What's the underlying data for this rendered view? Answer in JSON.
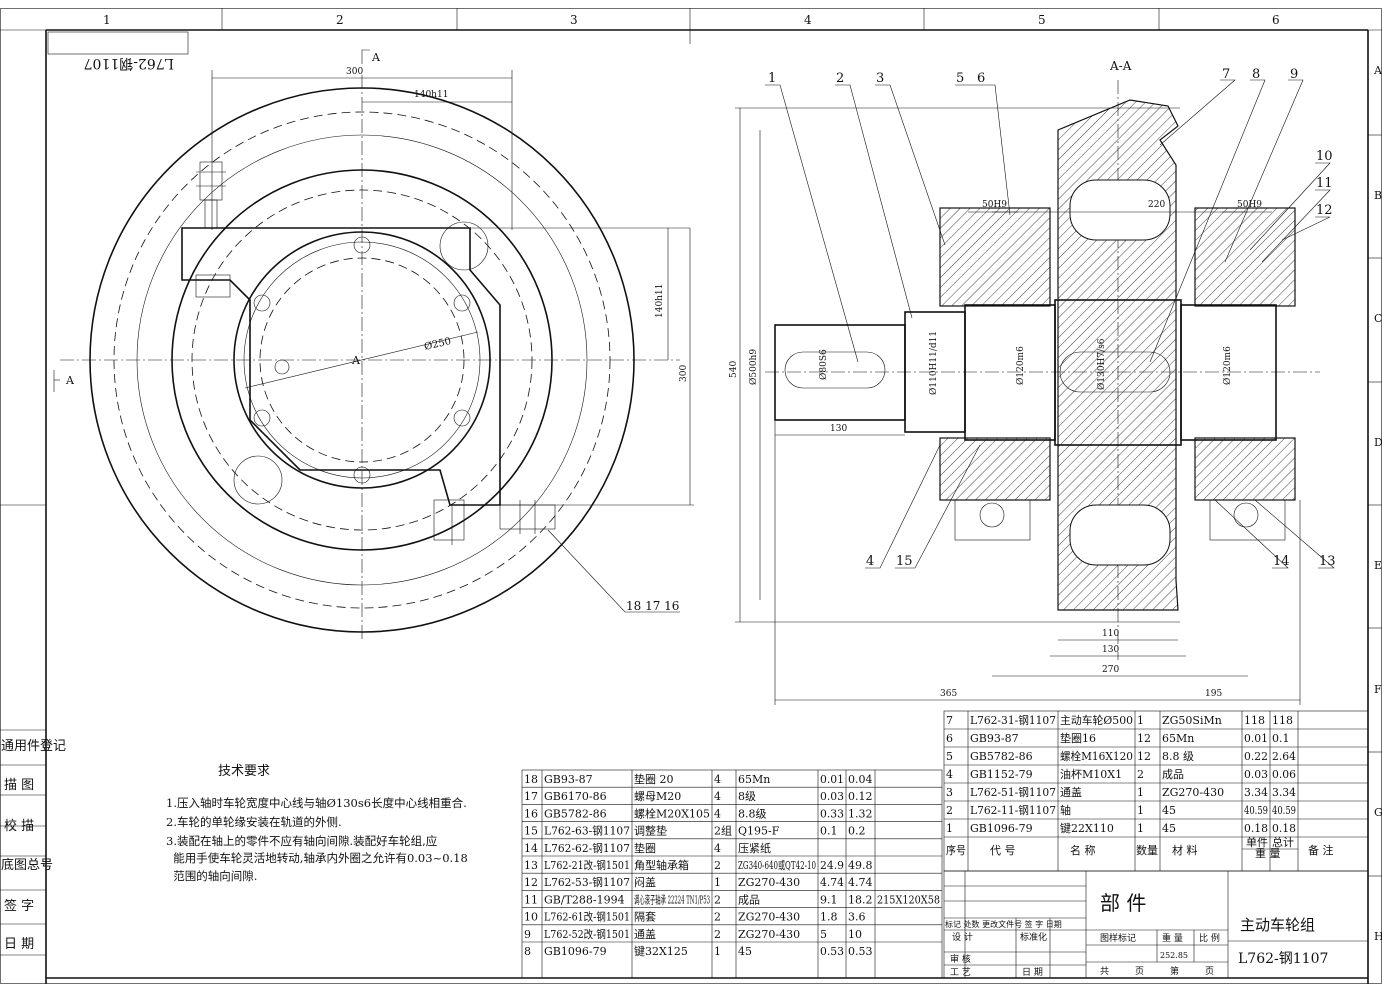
{
  "drawing": {
    "zone_columns": [
      "1",
      "2",
      "3",
      "4",
      "5",
      "6"
    ],
    "zone_rows": [
      "A",
      "B",
      "C",
      "D",
      "E",
      "F",
      "G",
      "H"
    ],
    "drawing_number_stamp": "L762-钢1107",
    "section_mark": "A",
    "section_title": "A-A"
  },
  "left_view": {
    "dims": {
      "d300_top": "300",
      "d140h11_top": "140h11",
      "d140h11_side": "140h11",
      "d300_side": "300",
      "phi250": "Ø250"
    },
    "center_label": "A",
    "callout": "18 17 16"
  },
  "right_view": {
    "balloons": [
      "1",
      "2",
      "3",
      "5",
      "6",
      "7",
      "8",
      "9",
      "10",
      "11",
      "12",
      "4",
      "15",
      "14",
      "13"
    ],
    "dims": {
      "d540": "540",
      "d500h9": "Ø500h9",
      "d80s6": "Ø80S6",
      "d110h11": "Ø110H11/d11",
      "d120m6_l": "Ø120m6",
      "d130h7s6": "Ø130H7/s6",
      "d120m6_r": "Ø120m6",
      "d50h9_l": "50H9",
      "d220": "220",
      "d50h9_r": "50H9",
      "d130": "130",
      "d110": "110",
      "d130b": "130",
      "d270": "270",
      "d365": "365",
      "d195": "195"
    }
  },
  "tech_requirements": {
    "title": "技术要求",
    "lines": [
      "1.压入轴时车轮宽度中心线与轴Ø130s6长度中心线相重合.",
      "2.车轮的单轮缘安装在轨道的外侧.",
      "3.装配在轴上的零件不应有轴向间隙.装配好车轮组,应",
      "  能用手使车轮灵活地转动,轴承内外圈之允许有0.03~0.18",
      "  范围的轴向间隙."
    ]
  },
  "side_stamp": [
    "通用件登记",
    "描 图",
    "校 描",
    "底图总号",
    "签 字",
    "日 期"
  ],
  "parts_left": [
    {
      "no": "18",
      "code": "GB93-87",
      "name": "垫圈 20",
      "qty": "4",
      "mat": "65Mn",
      "unit": "0.01",
      "total": "0.04",
      "note": ""
    },
    {
      "no": "17",
      "code": "GB6170-86",
      "name": "螺母M20",
      "qty": "4",
      "mat": "8级",
      "unit": "0.03",
      "total": "0.12",
      "note": ""
    },
    {
      "no": "16",
      "code": "GB5782-86",
      "name": "螺栓M20X105",
      "qty": "4",
      "mat": "8.8级",
      "unit": "0.33",
      "total": "1.32",
      "note": ""
    },
    {
      "no": "15",
      "code": "L762-63-钢1107",
      "name": "调整垫",
      "qty": "2组",
      "mat": "Q195-F",
      "unit": "0.1",
      "total": "0.2",
      "note": ""
    },
    {
      "no": "14",
      "code": "L762-62-钢1107",
      "name": "垫圈",
      "qty": "4",
      "mat": "压紧纸",
      "unit": "",
      "total": "",
      "note": ""
    },
    {
      "no": "13",
      "code": "L762-21改-钢1501",
      "name": "角型轴承箱",
      "qty": "2",
      "mat": "ZG340-640或QT42-10",
      "unit": "24.9",
      "total": "49.8",
      "note": ""
    },
    {
      "no": "12",
      "code": "L762-53-钢1107",
      "name": "闷盖",
      "qty": "1",
      "mat": "ZG270-430",
      "unit": "4.74",
      "total": "4.74",
      "note": ""
    },
    {
      "no": "11",
      "code": "GB/T288-1994",
      "name": "调心滚子轴承 22224 TN1/P53",
      "qty": "2",
      "mat": "成品",
      "unit": "9.1",
      "total": "18.2",
      "note": "215X120X58"
    },
    {
      "no": "10",
      "code": "L762-61改-钢1501",
      "name": "隔套",
      "qty": "2",
      "mat": "ZG270-430",
      "unit": "1.8",
      "total": "3.6",
      "note": ""
    },
    {
      "no": "9",
      "code": "L762-52改-钢1501",
      "name": "通盖",
      "qty": "2",
      "mat": "ZG270-430",
      "unit": "5",
      "total": "10",
      "note": ""
    },
    {
      "no": "8",
      "code": "GB1096-79",
      "name": "键32X125",
      "qty": "1",
      "mat": "45",
      "unit": "0.53",
      "total": "0.53",
      "note": ""
    }
  ],
  "parts_right": [
    {
      "no": "7",
      "code": "L762-31-钢1107",
      "name": "主动车轮Ø500",
      "qty": "1",
      "mat": "ZG50SiMn",
      "unit": "118",
      "total": "118"
    },
    {
      "no": "6",
      "code": "GB93-87",
      "name": "垫圈16",
      "qty": "12",
      "mat": "65Mn",
      "unit": "0.01",
      "total": "0.1"
    },
    {
      "no": "5",
      "code": "GB5782-86",
      "name": "螺栓M16X120",
      "qty": "12",
      "mat": "8.8 级",
      "unit": "0.22",
      "total": "2.64"
    },
    {
      "no": "4",
      "code": "GB1152-79",
      "name": "油杯M10X1",
      "qty": "2",
      "mat": "成品",
      "unit": "0.03",
      "total": "0.06"
    },
    {
      "no": "3",
      "code": "L762-51-钢1107",
      "name": "通盖",
      "qty": "1",
      "mat": "ZG270-430",
      "unit": "3.34",
      "total": "3.34"
    },
    {
      "no": "2",
      "code": "L762-11-钢1107",
      "name": "轴",
      "qty": "1",
      "mat": "45",
      "unit": "40.59",
      "total": "40.59"
    },
    {
      "no": "1",
      "code": "GB1096-79",
      "name": "键22X110",
      "qty": "1",
      "mat": "45",
      "unit": "0.18",
      "total": "0.18"
    }
  ],
  "parts_header": {
    "no": "序号",
    "code": "代 号",
    "name": "名 称",
    "qty": "数量",
    "mat": "材 料",
    "unit": "单件",
    "total": "总计",
    "weight": "重 量",
    "note": "备 注"
  },
  "title_block": {
    "part_type": "部 件",
    "name": "主动车轮组",
    "number": "L762-钢1107",
    "weight": "252.85",
    "mark_row": "标记 处数 更改文件号 签 字 日期",
    "design": "设 计",
    "standard": "标准化",
    "review": "审 核",
    "process": "工 艺",
    "date": "日 期",
    "stage": "图样标记",
    "weight_label": "重 量",
    "scale_label": "比 例",
    "sheets": "共",
    "sheet_unit": "页",
    "sheet_no": "第",
    "sheet_unit2": "页"
  }
}
